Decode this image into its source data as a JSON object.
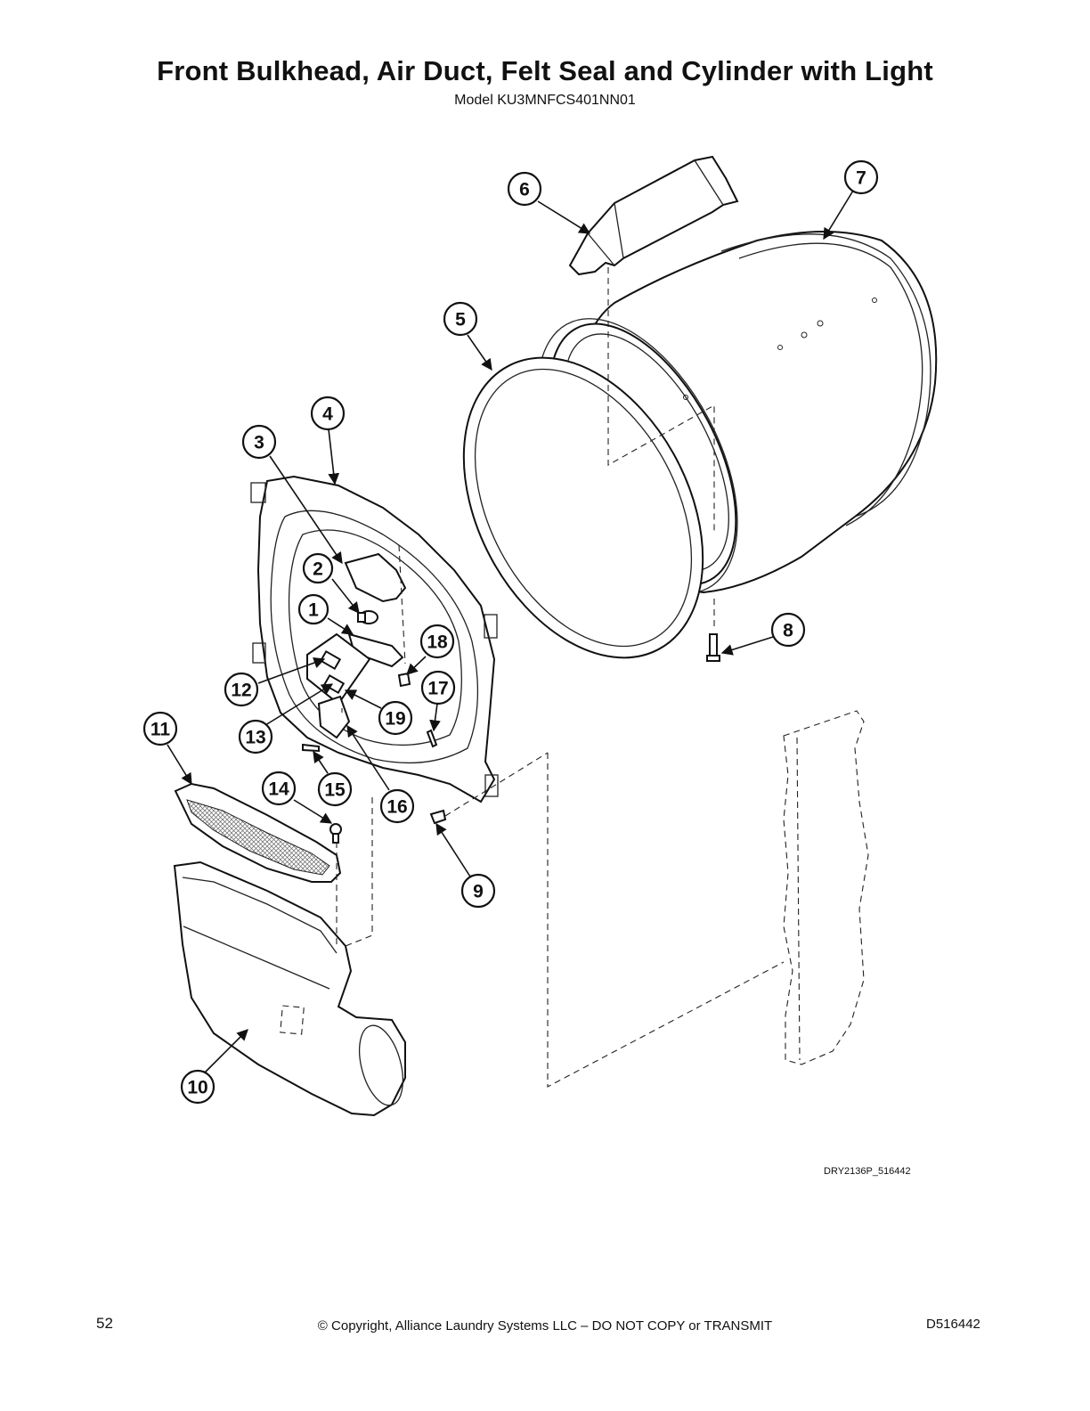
{
  "header": {
    "title": "Front Bulkhead, Air Duct, Felt Seal and Cylinder with Light",
    "model": "Model KU3MNFCS401NN01"
  },
  "diagram": {
    "drawing_id": "DRY2136P_516442",
    "callouts": [
      "1",
      "2",
      "3",
      "4",
      "5",
      "6",
      "7",
      "8",
      "9",
      "10",
      "11",
      "12",
      "13",
      "14",
      "15",
      "16",
      "17",
      "18",
      "19"
    ]
  },
  "footer": {
    "page_number": "52",
    "copyright": "© Copyright, Alliance Laundry Systems LLC – DO NOT COPY or TRANSMIT",
    "doc_id": "D516442"
  }
}
